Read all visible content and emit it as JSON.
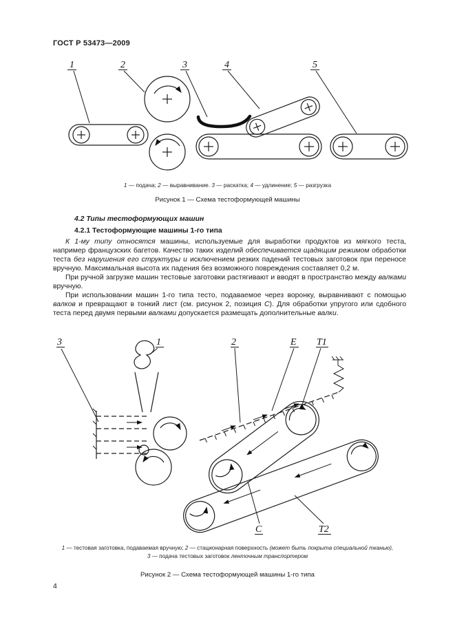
{
  "page": {
    "header": "ГОСТ Р 53473—2009",
    "number": "4",
    "ink": "#1a1a1a"
  },
  "figure1": {
    "labels": [
      "1",
      "2",
      "3",
      "4",
      "5"
    ],
    "caption_runs": [
      {
        "t": "1",
        "i": true
      },
      {
        "t": " — подача; "
      },
      {
        "t": "2",
        "i": true
      },
      {
        "t": " — выравнивание. "
      },
      {
        "t": "3",
        "i": true
      },
      {
        "t": " — раскатка; "
      },
      {
        "t": "4",
        "i": true
      },
      {
        "t": " — удлинение; "
      },
      {
        "t": "5",
        "i": true
      },
      {
        "t": " — разгрузка"
      }
    ],
    "title": "Рисунок 1 — Схема тестоформующей машины"
  },
  "section": {
    "heading": "4.2 Типы тестоформующих машин",
    "subheading": "4.2.1 Тестоформующие машины 1-го типа",
    "paragraphs": [
      [
        {
          "t": "К 1-му типу относятся ",
          "i": true
        },
        {
          "t": "машины, используемые для выработки продуктов из мягкого теста, например французских багетов. Качество таких изделий "
        },
        {
          "t": "обеспечивается щадящим режимом ",
          "i": true
        },
        {
          "t": "обработки теста "
        },
        {
          "t": "без нарушения его структуры и ",
          "i": true
        },
        {
          "t": "исключением резких падений тестовых заготовок при переносе вручную. Максимальная высота их падения без возможного повреждения составляет 0,2 м."
        }
      ],
      [
        {
          "t": "При ручной загрузке машин тестовые заготовки растягивают и вводят в пространство между "
        },
        {
          "t": "валками",
          "i": true
        },
        {
          "t": " вручную."
        }
      ],
      [
        {
          "t": "При использовании машин 1-го типа тесто, подаваемое через воронку, выравнивают с помощью "
        },
        {
          "t": "валков",
          "i": true
        },
        {
          "t": " и превращают в тонкий лист (см. рисунок 2, позиция "
        },
        {
          "t": "С",
          "i": true
        },
        {
          "t": "). Для обработки упругого или сдобного теста перед двумя первыми "
        },
        {
          "t": "валками",
          "i": true
        },
        {
          "t": " допускается размещать дополнительные "
        },
        {
          "t": "валки",
          "i": true
        },
        {
          "t": "."
        }
      ]
    ]
  },
  "figure2": {
    "labels": [
      "3",
      "1",
      "2",
      "E",
      "T1",
      "C",
      "T2"
    ],
    "caption_line1_runs": [
      {
        "t": "1",
        "i": true
      },
      {
        "t": " — тестовая заготовка, подаваемая вручную; "
      },
      {
        "t": "2",
        "i": true
      },
      {
        "t": " — стационарная поверхность "
      },
      {
        "t": "(может быть покрыта специальной тканью),",
        "i": true
      }
    ],
    "caption_line2_runs": [
      {
        "t": "3",
        "i": true
      },
      {
        "t": " — подача тестовых заготовок "
      },
      {
        "t": "ленточным транспортером",
        "i": true
      }
    ],
    "title": "Рисунок 2 — Схема тестоформующей машины 1-го типа"
  }
}
